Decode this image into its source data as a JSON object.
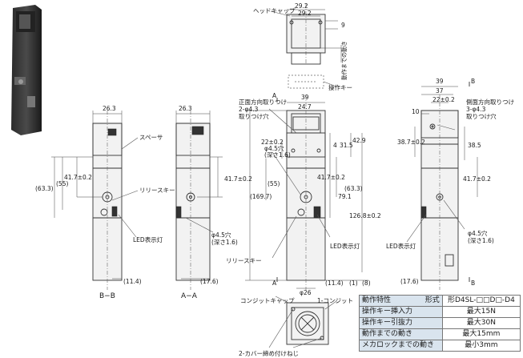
{
  "labels": {
    "head_cap": "ヘッドキャップ",
    "motion_note": "動作までの動き",
    "operating_key": "操作キー",
    "spacer": "スペーサ",
    "release_key": "リリースキー",
    "led": "LED表示灯",
    "hole_side": "φ4.5穴",
    "hole_depth": "(深さ1.6)",
    "front_mount_1": "正面方向取りつけ",
    "front_mount_2": "2-φ4.3",
    "front_mount_3": "取りつけ穴",
    "side_mount_1": "側面方向取りつけ",
    "side_mount_2": "3-φ4.3",
    "side_mount_3": "取りつけ穴",
    "section_bb": "B−B",
    "section_aa": "A−A",
    "mark_a": "A",
    "mark_b": "B",
    "conduit_cap": "コンジットキャップ",
    "conduit": "1-コンジット",
    "cover_screw": "2-カバー締め付けねじ"
  },
  "dimensions": {
    "d29_2": "29.2",
    "d9": "9",
    "d26_3": "26.3",
    "d39": "39",
    "d24_7": "24.7",
    "d37": "37",
    "d22": "22±0.2",
    "d22b": "22±0.2",
    "d41_7": "41.7±0.2",
    "d55": "(55)",
    "d63_3": "(63.3)",
    "d169_7": "(169.7)",
    "d31_5": "31.5",
    "d42_9": "42.9",
    "d79_1": "79.1",
    "d126_8": "126.8±0.2",
    "d38_7": "38.7±0.2",
    "d38_5": "38.5",
    "d10": "10",
    "d4": "4",
    "d11_4": "(11.4)",
    "d17_6": "(17.6)",
    "d1": "(1)",
    "d8": "(8)",
    "d26": "φ26"
  },
  "spec_table": {
    "header_key": "動作特性",
    "header_col": "形式",
    "model": "形D4SL-□□D□-D4",
    "rows": [
      {
        "label": "操作キー挿入力",
        "value": "最大15N"
      },
      {
        "label": "操作キー引抜力",
        "value": "最大30N"
      },
      {
        "label": "動作までの動き",
        "value": "最大15mm"
      },
      {
        "label": "メカロックまでの動き",
        "value": "最小3mm"
      }
    ]
  }
}
